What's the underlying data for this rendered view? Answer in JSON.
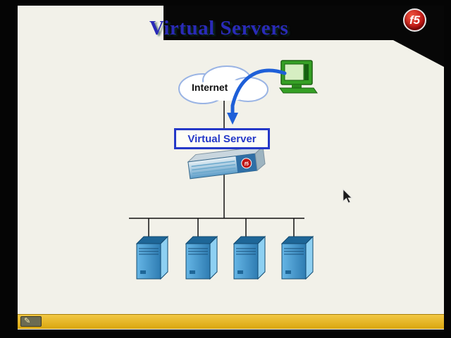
{
  "slide": {
    "title": "Virtual Servers",
    "internet_label": "Internet",
    "virtual_server_box": "Virtual Server"
  },
  "logo": {
    "text": "f5"
  },
  "appliance": {
    "badge": "f5"
  },
  "toolbar": {
    "pen_icon": "✎"
  },
  "diagram": {
    "type": "network-topology",
    "nodes": [
      "Internet cloud",
      "Client workstation",
      "Virtual Server (BIG-IP appliance)",
      "Server 1",
      "Server 2",
      "Server 3",
      "Server 4"
    ],
    "edges": [
      "Client workstation -> Virtual Server (curved blue arrow)",
      "Internet cloud - Virtual Server",
      "Virtual Server - Server 1",
      "Virtual Server - Server 2",
      "Virtual Server - Server 3",
      "Virtual Server - Server 4"
    ],
    "server_count": 4
  },
  "colors": {
    "title_text": "#2a2ab8",
    "virtual_server_border": "#2438c8",
    "arrow_blue": "#1e5fd8",
    "server_blue": "#3f97cc",
    "computer_green": "#35a025",
    "bottom_bar_yellow": "#e3b01c",
    "logo_red": "#c01414",
    "slide_background": "#f2f1e9"
  }
}
